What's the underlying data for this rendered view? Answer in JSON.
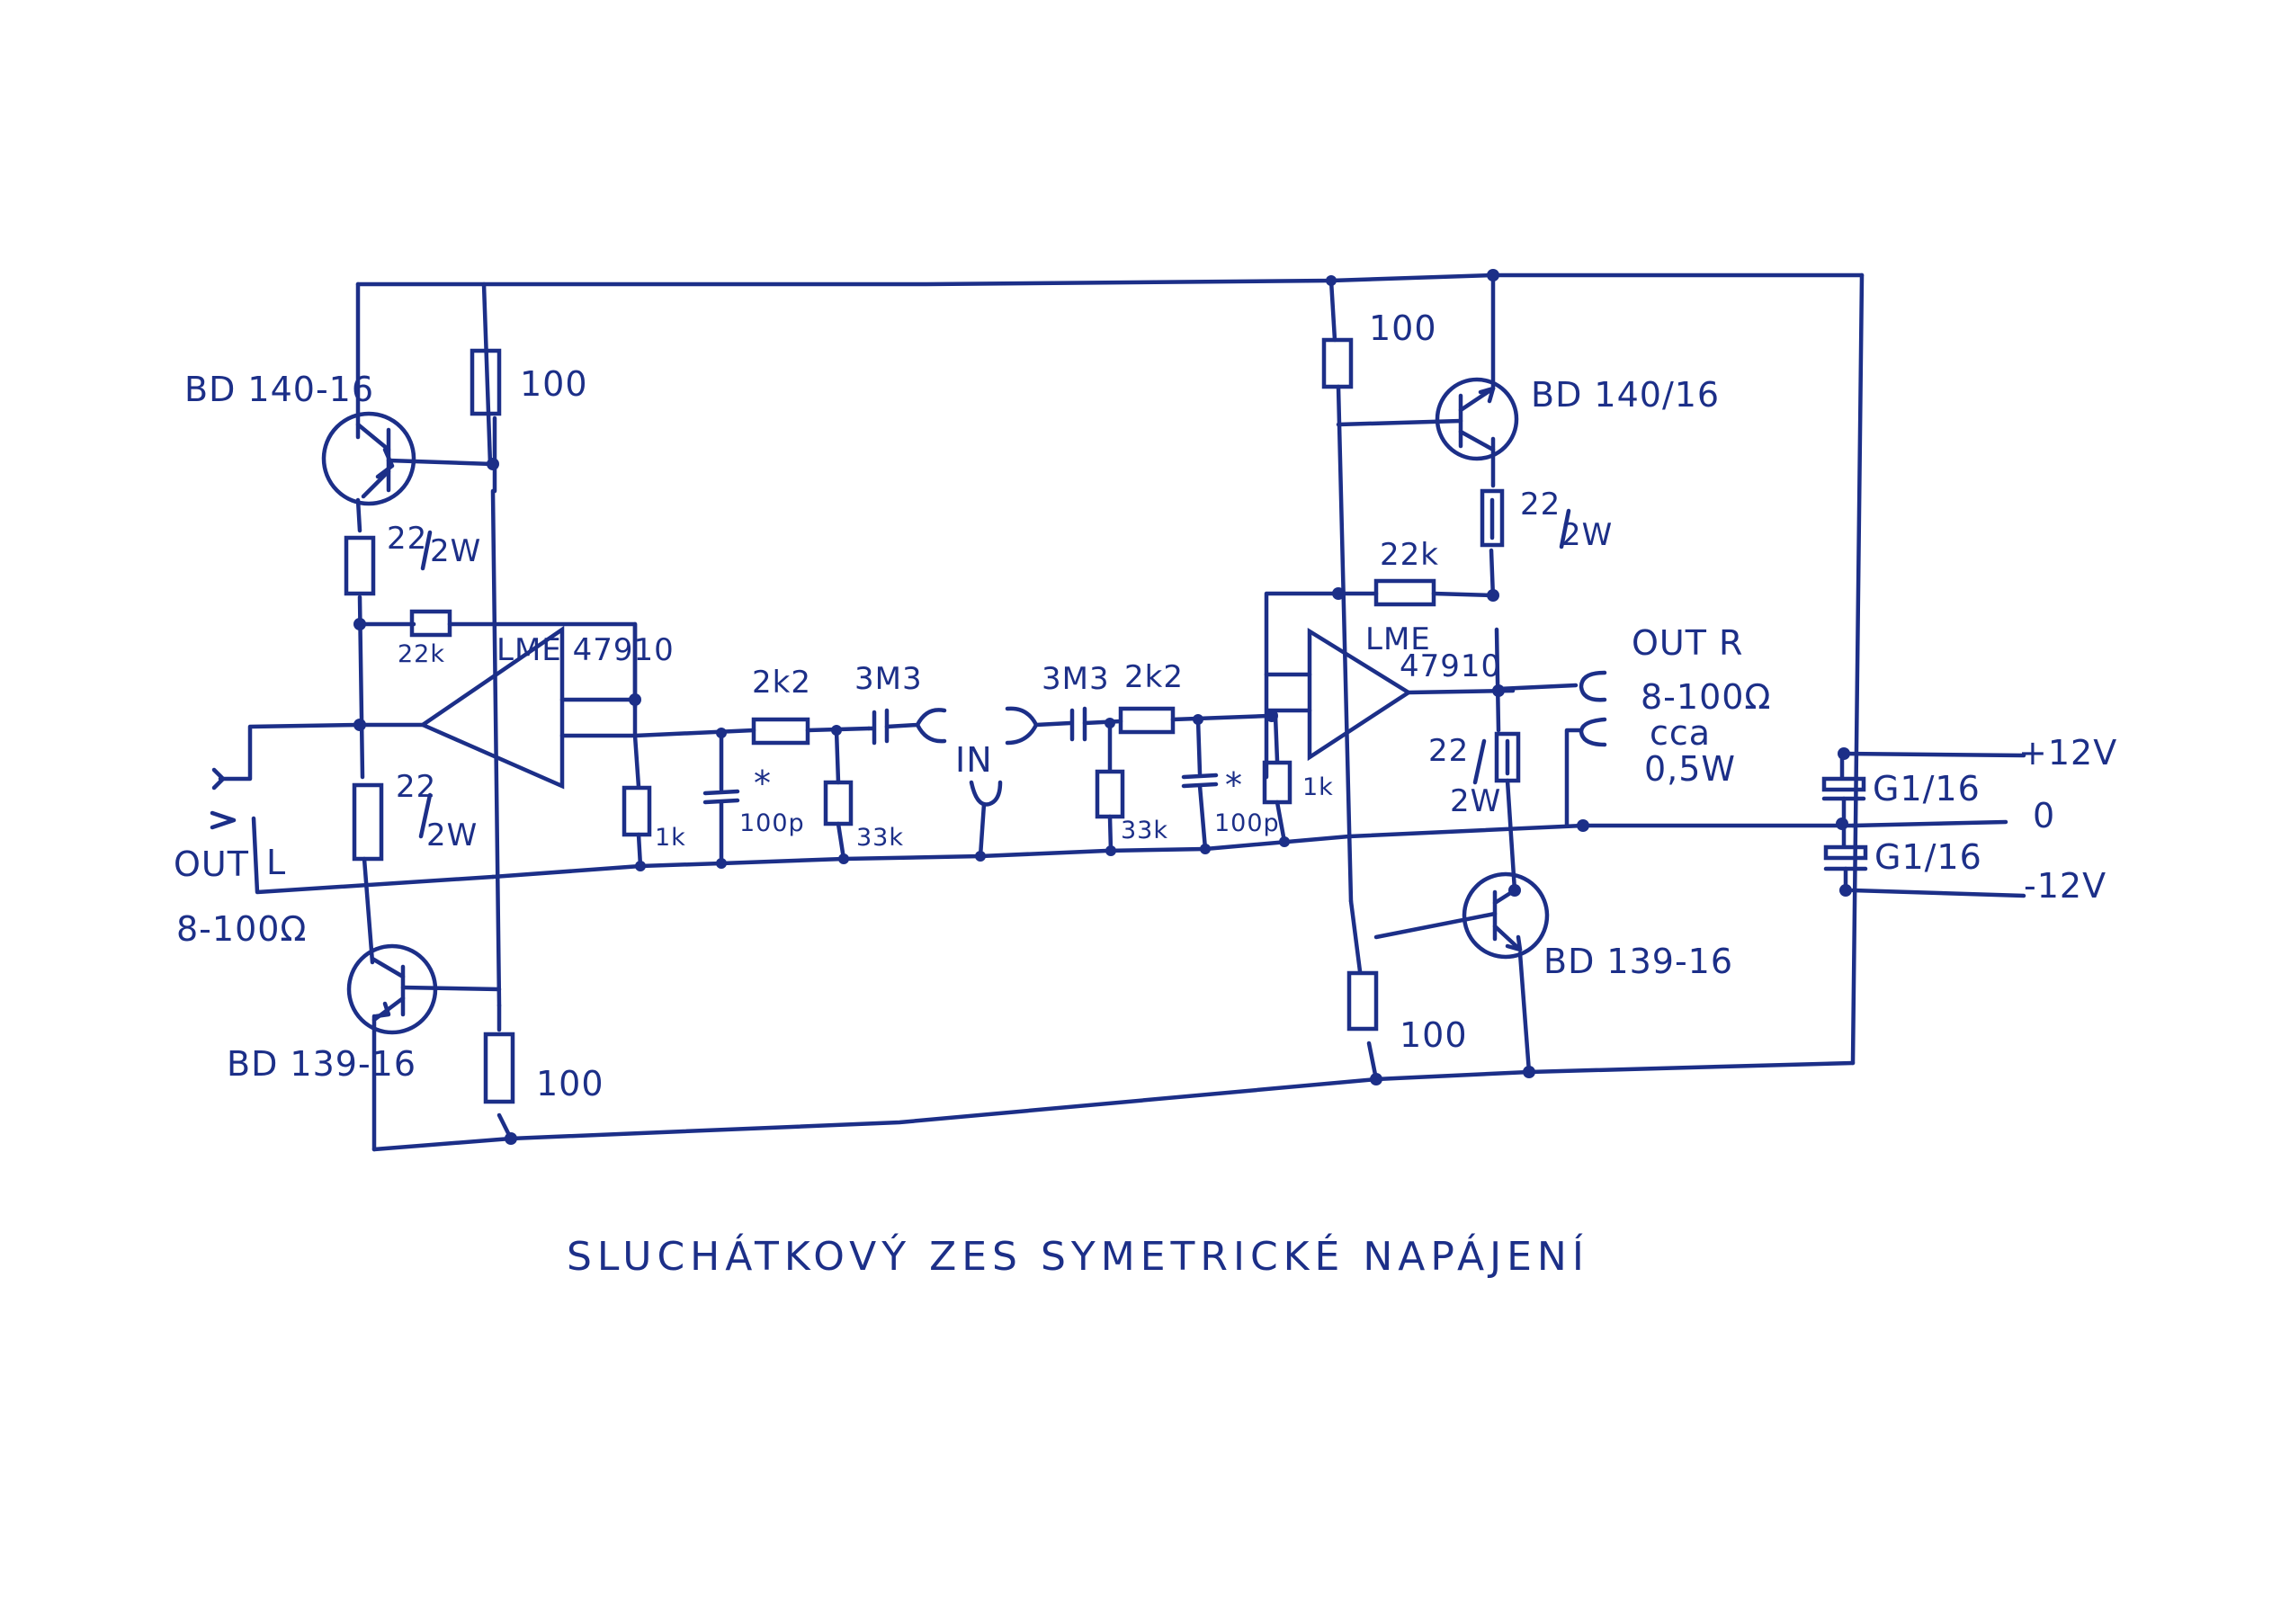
{
  "title": "SLUCHÁTKOVÝ ZES SYMETRICKÉ NAPÁJENÍ",
  "colors": {
    "ink": "#1c2f88",
    "paper": "#ffffff"
  },
  "left_channel": {
    "q_top": "BD 140-16",
    "r_top": "100",
    "r_emitter_top": "22",
    "r_emitter_top_power": "2W",
    "r_feedback": "22k",
    "opamp": "LME 47910",
    "r_emitter_bottom": "22",
    "r_emitter_bottom_power": "2W",
    "r_opamp_out": "1k",
    "q_bottom": "BD 139-16",
    "r_bottom": "100",
    "out_label": "OUT",
    "out_channel": "L",
    "out_impedance": "8-100Ω"
  },
  "input_network": {
    "r_left": "2k2",
    "c_left_filter": "100p",
    "c_left_filter_mark": "*",
    "r_left_shunt": "33k",
    "c_left_coupling": "3M3",
    "input_label": "IN",
    "c_right_coupling": "3M3",
    "r_right": "2k2",
    "r_right_shunt": "33k",
    "c_right_filter": "100p",
    "c_right_filter_mark": "*",
    "r_right_input": "1k"
  },
  "right_channel": {
    "r_top": "100",
    "q_top": "BD 140/16",
    "r_emitter_top": "22",
    "r_emitter_top_power": "2W",
    "r_feedback": "22k",
    "opamp_line1": "LME",
    "opamp_line2": "47910",
    "out_label": "OUT R",
    "out_impedance": "8-100Ω",
    "out_power_line1": "cca",
    "out_power_line2": "0,5W",
    "r_emitter_bottom": "22",
    "r_emitter_bottom_power": "2W",
    "q_bottom": "BD 139-16",
    "r_bottom": "100"
  },
  "supply": {
    "c_top": "G1/16",
    "c_bottom": "G1/16",
    "plus": "+12V",
    "ground": "0",
    "minus": "-12V"
  }
}
